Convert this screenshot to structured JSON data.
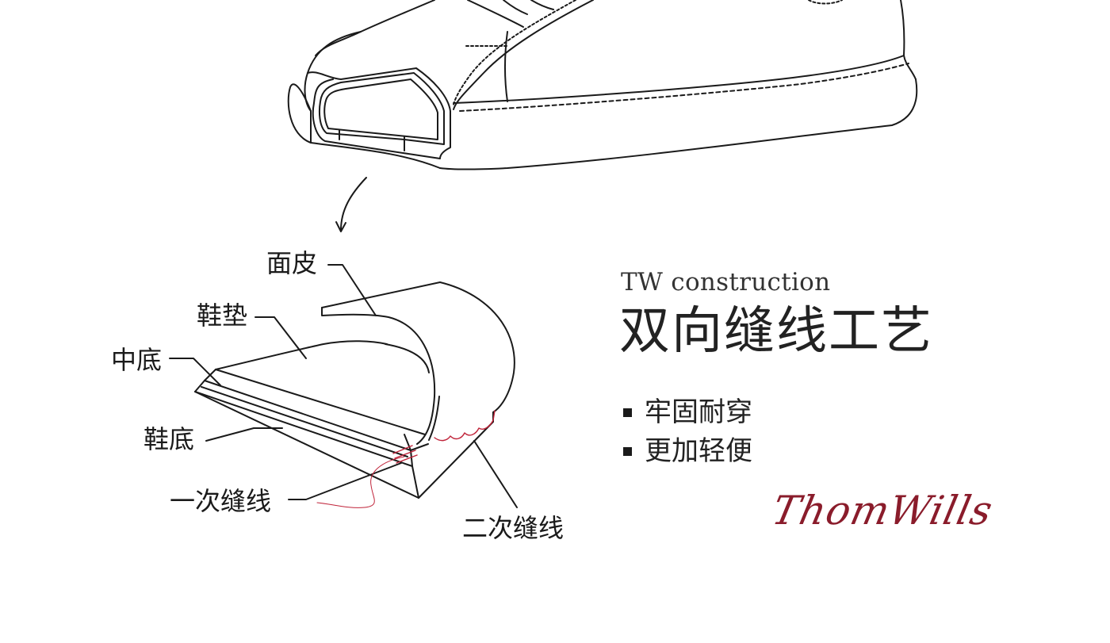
{
  "labels": {
    "upper": "面皮",
    "insole": "鞋垫",
    "midsole": "中底",
    "outsole": "鞋底",
    "first_stitch": "一次缝线",
    "second_stitch": "二次缝线"
  },
  "heading": {
    "subtitle": "TW construction",
    "title": "双向缝线工艺"
  },
  "features": [
    "牢固耐穿",
    "更加轻便"
  ],
  "brand": {
    "signature": "ThomWills"
  },
  "colors": {
    "line": "#1a1a1a",
    "stitch": "#c0243a",
    "signature": "#8a1c2b"
  }
}
